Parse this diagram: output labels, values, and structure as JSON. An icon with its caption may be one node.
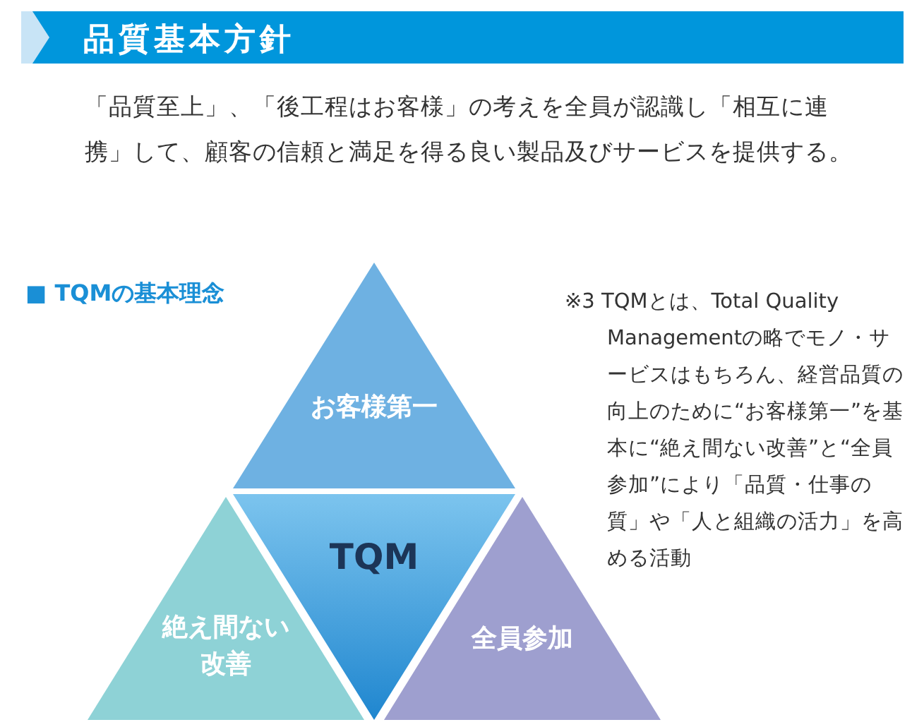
{
  "diagram": {
    "title": "品質基本方針",
    "nodes": [
      {
        "text": [
          "お客様第一"
        ]
      },
      {
        "text": [
          "TQM"
        ]
      },
      {
        "text": [
          "絶え間ない改善"
        ]
      },
      {
        "text": [
          "全員参加"
        ]
      }
    ],
    "labels": [
      "「品質至上」、「後工程はお客様」の考えを全員が認識し「相互に連携」して、顧客の信頼と満足を得る良い製品及びサービスを提供する。",
      "■ TQMの基本理念",
      "※3 TQMとは、Total Quality Managementの略でモノ・サービスはもちろん、経営品質の向上のために“お客様第一”を基本に“絶え間ない改善”と“全員参加”により「品質・仕事の質」や「人と組織の活力」を高める活動"
    ]
  }
}
